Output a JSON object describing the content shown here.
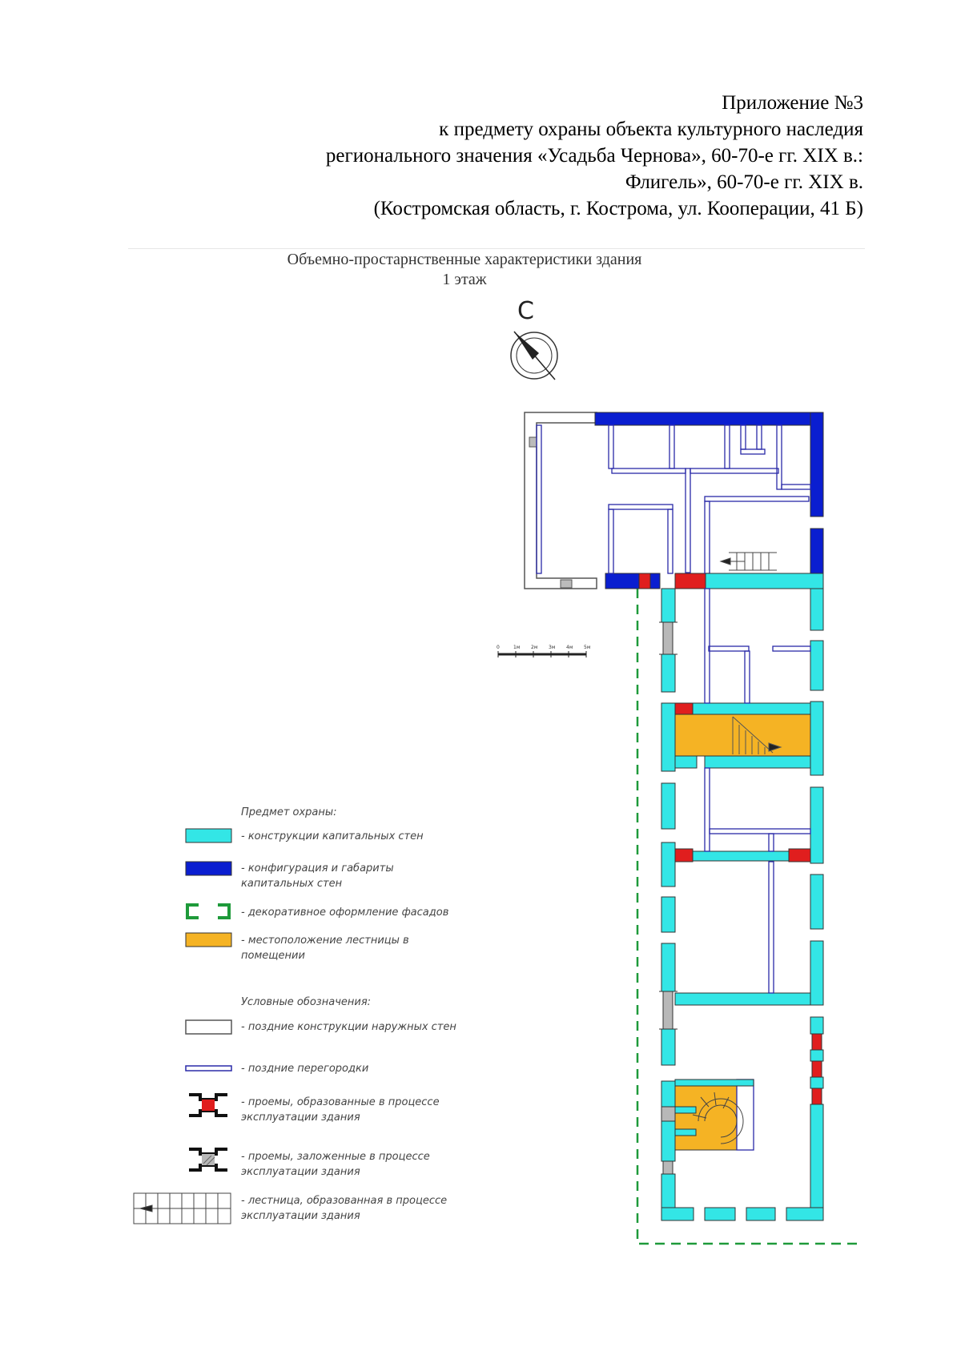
{
  "header": {
    "line1": "Приложение №3",
    "line2": "к предмету охраны объекта культурного наследия",
    "line3": "регионального значения «Усадьба Чернова», 60-70-е гг. XIX в.:",
    "line4": "Флигель», 60-70-е гг. XIX в.",
    "line5": "(Костромская область, г. Кострома, ул. Кооперации, 41 Б)"
  },
  "plan": {
    "title": "Объемно-простарнственные характеристики здания",
    "floor": "1 этаж",
    "north_label": "С",
    "north_icon": "compass-icon",
    "scale_labels": [
      "0",
      "1м",
      "2м",
      "3м",
      "4м",
      "5м"
    ]
  },
  "legend": {
    "protection_heading": "Предмет охраны:",
    "protection_items": [
      {
        "label": "- конструкции капитальных стен",
        "color": "#33e6e6"
      },
      {
        "label": "- конфигурация и габариты капитальных стен",
        "color": "#0a1ed0"
      },
      {
        "label": "- декоративное оформление фасадов",
        "color": "#1e9a3a"
      },
      {
        "label": "- местоположение лестницы в помещении",
        "color": "#f5b324"
      }
    ],
    "symbols_heading": "Условные обозначения:",
    "symbol_items": [
      {
        "label": "- поздние конструкции наружных стен"
      },
      {
        "label": "- поздние перегородки"
      },
      {
        "label": "- проемы, образованные в процессе эксплуатации здания",
        "color": "#e01e1e"
      },
      {
        "label": "- проемы, заложенные в процессе эксплуатации здания",
        "color": "#b8b8b8"
      },
      {
        "label": "- лестница, образованная в процессе эксплуатации здания"
      }
    ]
  }
}
